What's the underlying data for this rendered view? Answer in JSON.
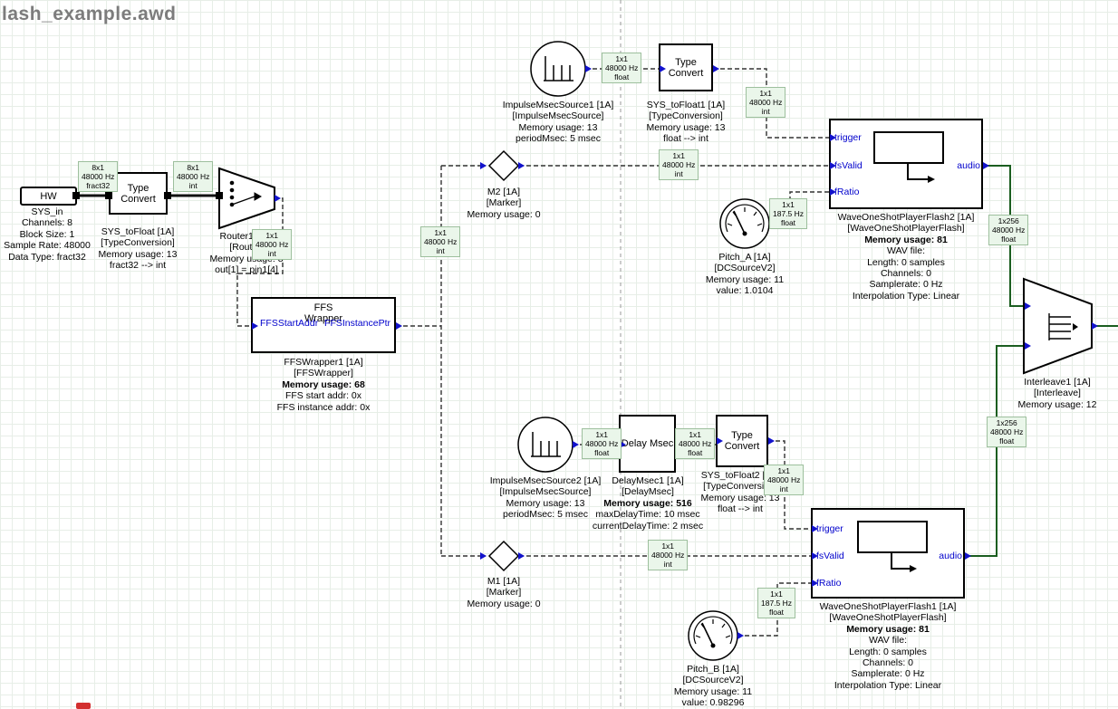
{
  "title": "lash_example.awd",
  "colors": {
    "port_blue": "#0000cc",
    "wire_label_bg": "#eaf6ea",
    "wire_label_border": "#9dbf9d",
    "audio_wire_green": "#1b5e20",
    "scroll_marker_red": "#d32f2f"
  },
  "modules": {
    "sys_in": {
      "box_label": "HW",
      "lines": [
        "SYS_in",
        "Channels: 8",
        "Block Size: 1",
        "Sample Rate: 48000",
        "Data Type: fract32"
      ]
    },
    "type_convert_left": {
      "box_label": "Type Convert",
      "lines": [
        "SYS_toFloat [1A]",
        "[TypeConversion]",
        "Memory usage: 13",
        "fract32 --> int"
      ]
    },
    "router": {
      "lines": [
        "Router1 [1A]",
        "[Router]",
        "Memory usage: 8",
        "out[1] = pin1[4]"
      ]
    },
    "ffs_wrapper": {
      "box_label": "FFS Wrapper",
      "port_left": "FFSStartAddr",
      "port_right": "FFSInstancePtr",
      "lines": [
        "FFSWrapper1 [1A]",
        "[FFSWrapper]",
        "Memory usage: 68",
        "FFS start addr: 0x",
        "FFS instance addr: 0x"
      ]
    },
    "impulse1": {
      "lines": [
        "ImpulseMsecSource1 [1A]",
        "[ImpulseMsecSource]",
        "Memory usage: 13",
        "periodMsec: 5 msec"
      ]
    },
    "type_convert_top": {
      "box_label": "Type Convert",
      "lines": [
        "SYS_toFloat1 [1A]",
        "[TypeConversion]",
        "Memory usage: 13",
        "float --> int"
      ]
    },
    "m2": {
      "lines": [
        "M2 [1A]",
        "[Marker]",
        "Memory usage: 0"
      ]
    },
    "flash2": {
      "ports": [
        "trigger",
        "fsValid",
        "fRatio"
      ],
      "out_port": "audio",
      "lines": [
        "WaveOneShotPlayerFlash2 [1A]",
        "[WaveOneShotPlayerFlash]",
        "Memory usage: 81",
        "WAV file:",
        "Length: 0 samples",
        "Channels: 0",
        "Samplerate: 0 Hz",
        "Interpolation Type: Linear"
      ]
    },
    "pitch_a": {
      "lines": [
        "Pitch_A [1A]",
        "[DCSourceV2]",
        "Memory usage: 11",
        "value: 1.0104"
      ]
    },
    "interleave": {
      "lines": [
        "Interleave1 [1A]",
        "[Interleave]",
        "Memory usage: 12"
      ]
    },
    "impulse2": {
      "lines": [
        "ImpulseMsecSource2 [1A]",
        "[ImpulseMsecSource]",
        "Memory usage: 13",
        "periodMsec: 5 msec"
      ]
    },
    "delay": {
      "box_label": "Delay Msec",
      "lines": [
        "DelayMsec1 [1A]",
        "[DelayMsec]",
        "Memory usage: 516",
        "maxDelayTime: 10 msec",
        "currentDelayTime: 2 msec"
      ]
    },
    "type_convert_bottom": {
      "box_label": "Type Convert",
      "lines": [
        "SYS_toFloat2 [1A]",
        "[TypeConversion]",
        "Memory usage: 13",
        "float --> int"
      ]
    },
    "m1": {
      "lines": [
        "M1 [1A]",
        "[Marker]",
        "Memory usage: 0"
      ]
    },
    "flash1": {
      "ports": [
        "trigger",
        "fsValid",
        "fRatio"
      ],
      "out_port": "audio",
      "lines": [
        "WaveOneShotPlayerFlash1 [1A]",
        "[WaveOneShotPlayerFlash]",
        "Memory usage: 81",
        "WAV file:",
        "Length: 0 samples",
        "Channels: 0",
        "Samplerate: 0 Hz",
        "Interpolation Type: Linear"
      ]
    },
    "pitch_b": {
      "lines": [
        "Pitch_B [1A]",
        "[DCSourceV2]",
        "Memory usage: 11",
        "value: 0.98296"
      ]
    }
  },
  "wire_labels": [
    {
      "size": "8x1",
      "rate": "48000 Hz",
      "type": "fract32"
    },
    {
      "size": "8x1",
      "rate": "48000 Hz",
      "type": "int"
    },
    {
      "size": "1x1",
      "rate": "48000 Hz",
      "type": "int"
    },
    {
      "size": "1x1",
      "rate": "48000 Hz",
      "type": "int"
    },
    {
      "size": "1x1",
      "rate": "48000 Hz",
      "type": "float"
    },
    {
      "size": "1x1",
      "rate": "48000 Hz",
      "type": "int"
    },
    {
      "size": "1x1",
      "rate": "48000 Hz",
      "type": "int"
    },
    {
      "size": "1x1",
      "rate": "187.5 Hz",
      "type": "float"
    },
    {
      "size": "1x256",
      "rate": "48000 Hz",
      "type": "float"
    },
    {
      "size": "1x1",
      "rate": "48000 Hz",
      "type": "float"
    },
    {
      "size": "1x1",
      "rate": "48000 Hz",
      "type": "float"
    },
    {
      "size": "1x1",
      "rate": "48000 Hz",
      "type": "int"
    },
    {
      "size": "1x1",
      "rate": "48000 Hz",
      "type": "int"
    },
    {
      "size": "1x1",
      "rate": "187.5 Hz",
      "type": "float"
    },
    {
      "size": "1x256",
      "rate": "48000 Hz",
      "type": "float"
    }
  ]
}
